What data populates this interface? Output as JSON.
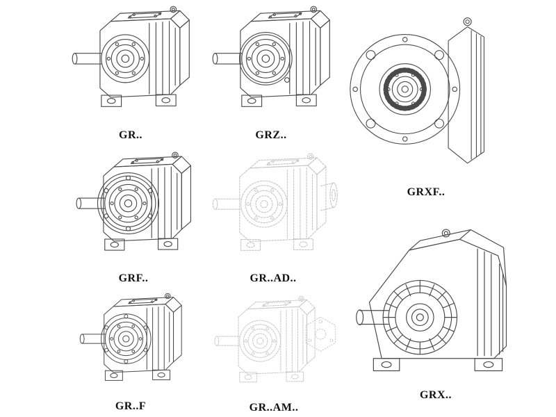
{
  "page": {
    "background": "#ffffff"
  },
  "colors": {
    "ink": "#4a4a4a",
    "phantom": "#c5c5c5",
    "label": "#101010"
  },
  "drawings": {
    "gr": {
      "label": "GR.."
    },
    "grz": {
      "label": "GRZ.."
    },
    "grxf": {
      "label": "GRXF.."
    },
    "grf": {
      "label": "GRF.."
    },
    "gr_ad": {
      "label": "GR..AD.."
    },
    "gr_f": {
      "label": "GR..F"
    },
    "gr_am": {
      "label": "GR..AM.."
    },
    "grx": {
      "label": "GRX.."
    }
  }
}
